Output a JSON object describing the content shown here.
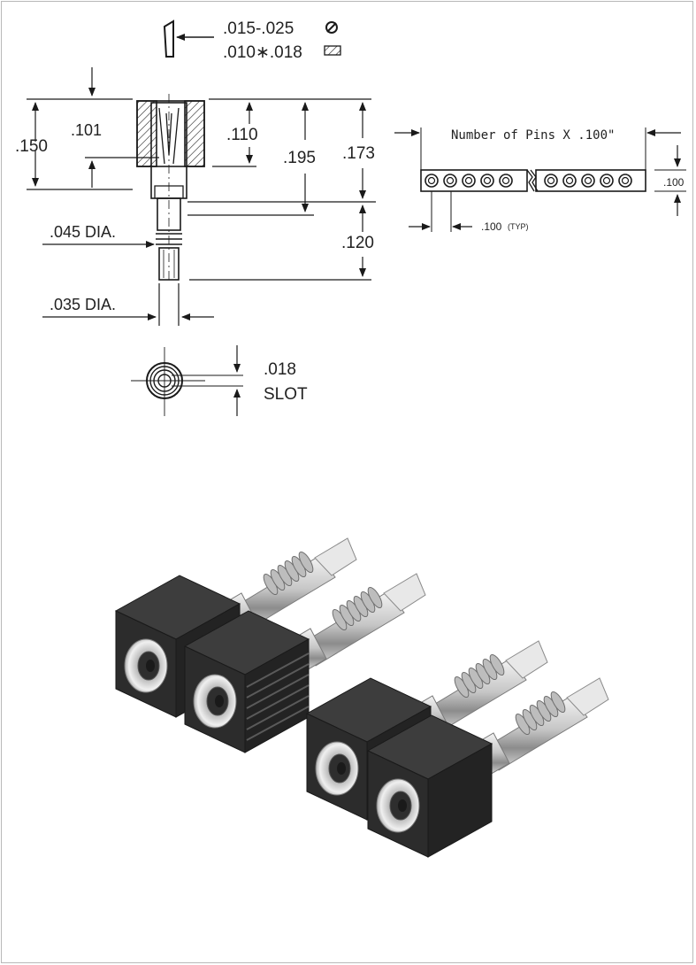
{
  "drawing": {
    "legend": {
      "tolerance_round": ".015-.025",
      "tolerance_flat": ".010∗.018",
      "round_symbol_icon": "circle-slash-icon",
      "flat_symbol_icon": "hatched-rectangle-icon"
    },
    "dims": {
      "d101": ".101",
      "d150": ".150",
      "d110": ".110",
      "d195": ".195",
      "d173": ".173",
      "d120": ".120",
      "dia045": ".045 DIA.",
      "dia035": ".035 DIA.",
      "slot_value": ".018",
      "slot_label": "SLOT"
    },
    "strip": {
      "title": "Number of Pins X .100\"",
      "height": ".100",
      "pitch": ".100",
      "pitch_note": "(TYP)"
    }
  },
  "colors": {
    "line": "#1a1a1a",
    "housing": "#2a2a2a",
    "metal": "#c9c9c9"
  }
}
